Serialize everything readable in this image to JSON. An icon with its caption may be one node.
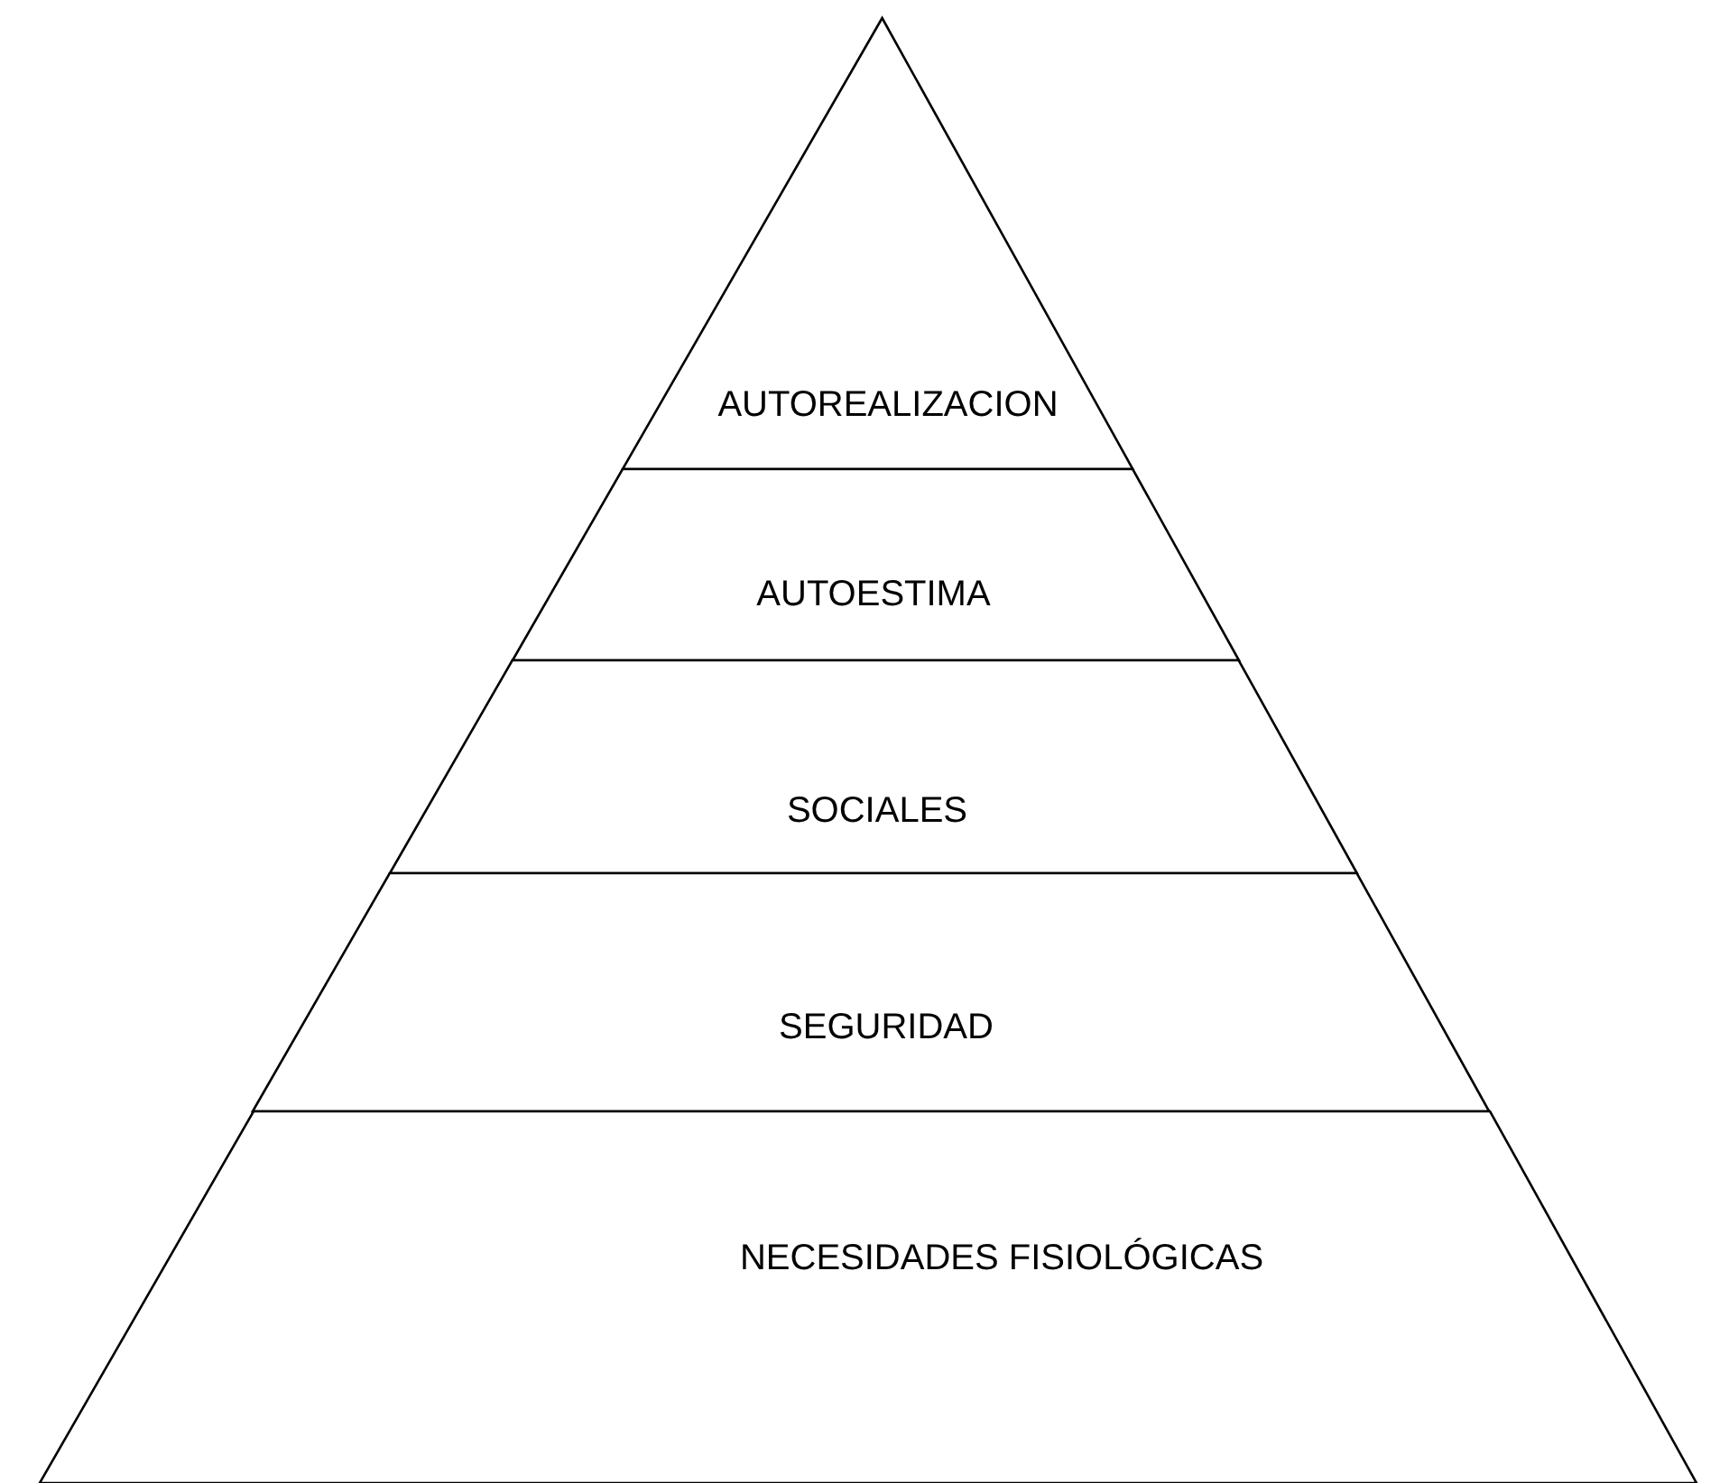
{
  "diagram": {
    "nodes": [
      {
        "text": [
          "AUTOREALIZACION"
        ]
      },
      {
        "text": [
          "AUTOESTIMA"
        ]
      },
      {
        "text": [
          "SOCIALES"
        ]
      },
      {
        "text": [
          "SEGURIDAD"
        ]
      },
      {
        "text": [
          "NECESIDADES FISIOLÓGICAS"
        ]
      }
    ]
  }
}
